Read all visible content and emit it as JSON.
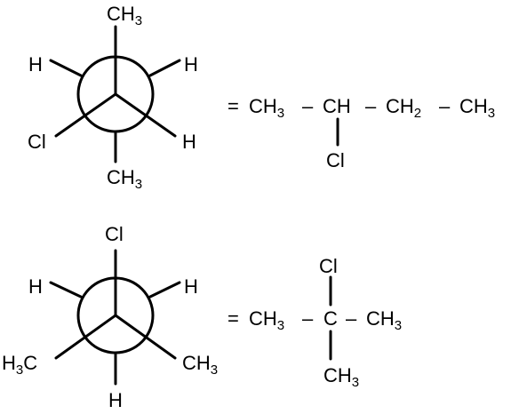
{
  "colors": {
    "ink": "#000000",
    "background": "#ffffff"
  },
  "newman1": {
    "front_top": {
      "main": "CH",
      "sub": "3"
    },
    "front_left_bottom": "Cl",
    "front_right_bottom": "H",
    "back_upper_left": "H",
    "back_upper_right": "H",
    "back_bottom": {
      "main": "CH",
      "sub": "3"
    }
  },
  "condensed1": {
    "equals": "=",
    "g1": {
      "main": "CH",
      "sub": "3"
    },
    "dash1": "–",
    "g2": "CH",
    "dash2": "–",
    "g3": {
      "main": "CH",
      "sub": "2"
    },
    "dash3": "–",
    "g4": {
      "main": "CH",
      "sub": "3"
    },
    "branch": "Cl"
  },
  "newman2": {
    "front_top": "Cl",
    "front_left_bottom": {
      "main": "H",
      "sub": "3",
      "tail": "C"
    },
    "front_right_bottom": {
      "main": "CH",
      "sub": "3"
    },
    "back_upper_left": "H",
    "back_upper_right": "H",
    "back_bottom": "H"
  },
  "condensed2": {
    "equals": "=",
    "g1": {
      "main": "CH",
      "sub": "3"
    },
    "dash1": "–",
    "center": "C",
    "dash2": "–",
    "g3": {
      "main": "CH",
      "sub": "3"
    },
    "branch_top": "Cl",
    "branch_bottom": {
      "main": "CH",
      "sub": "3"
    }
  }
}
